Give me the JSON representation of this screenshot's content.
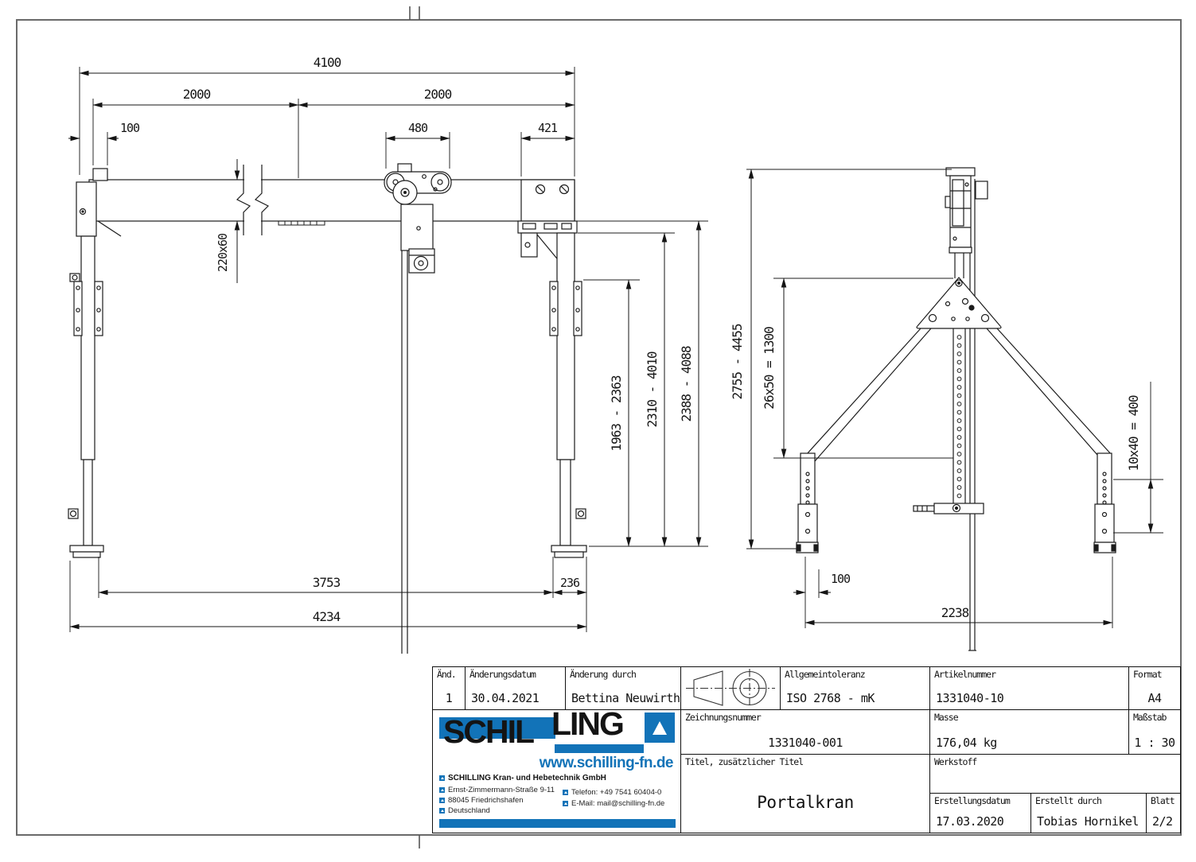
{
  "sheet": {
    "bg": "#ffffff",
    "border_color": "#6a6a6a",
    "line_color": "#1c1c1c",
    "accent_blue": "#1273b8"
  },
  "icons": {
    "projection_symbol": "first-angle-projection-symbol",
    "logo_triangle": "schilling-triangle-mark",
    "fold_marks": "sheet-center-fold-marks"
  },
  "front_view": {
    "dims": {
      "total_width": "4100",
      "half_left": "2000",
      "half_right": "2000",
      "offset_left": "100",
      "trolley_width": "480",
      "bracket_width": "421",
      "beam_section": "220x60",
      "height_range_1": "1963 - 2363",
      "height_range_2": "2310 - 4010",
      "height_range_3": "2388 - 4088",
      "span_inner": "3753",
      "span_right": "236",
      "span_total": "4234"
    }
  },
  "side_view": {
    "dims": {
      "height_range": "2755 - 4455",
      "mast_hole_pattern": "26x50 = 1300",
      "leg_hole_pattern": "10x40 = 400",
      "foot_offset": "100",
      "base_width": "2238"
    }
  },
  "title_block": {
    "rev": {
      "label": "Änd.",
      "value": "1"
    },
    "rev_date": {
      "label": "Änderungsdatum",
      "value": "30.04.2021"
    },
    "rev_by": {
      "label": "Änderung durch",
      "value": "Bettina Neuwirth"
    },
    "tolerance": {
      "label": "Allgemeintoleranz",
      "value": "ISO 2768 - mK"
    },
    "article": {
      "label": "Artikelnummer",
      "value": "1331040-10"
    },
    "format": {
      "label": "Format",
      "value": "A4"
    },
    "drawing_no": {
      "label": "Zeichnungsnummer",
      "value": "1331040-001"
    },
    "mass": {
      "label": "Masse",
      "value": "176,04 kg"
    },
    "scale": {
      "label": "Maßstab",
      "value": "1 : 30"
    },
    "title": {
      "label": "Titel, zusätzlicher Titel",
      "value": "Portalkran"
    },
    "material": {
      "label": "Werkstoff",
      "value": ""
    },
    "created": {
      "label": "Erstellungsdatum",
      "value": "17.03.2020"
    },
    "created_by": {
      "label": "Erstellt durch",
      "value": "Tobias Hornikel"
    },
    "sheet_no": {
      "label": "Blatt",
      "value": "2/2"
    }
  },
  "logo": {
    "brand_1": "SCHIL",
    "brand_2": "LING",
    "website": "www.schilling-fn.de",
    "company": "SCHILLING Kran- und Hebetechnik GmbH",
    "address_1": "Ernst-Zimmermann-Straße 9-11",
    "address_2": "88045 Friedrichshafen",
    "address_3": "Deutschland",
    "phone": "Telefon: +49 7541 60404-0",
    "email": "E-Mail: mail@schilling-fn.de"
  }
}
